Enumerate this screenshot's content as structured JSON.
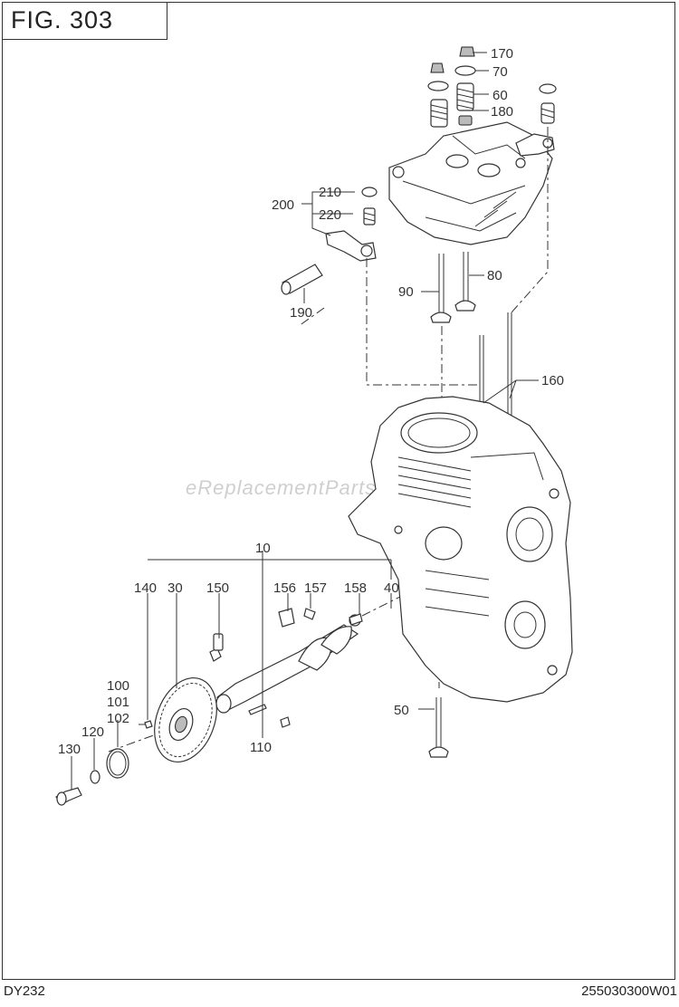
{
  "figure": {
    "title": "FIG.  303"
  },
  "footer": {
    "model": "DY232",
    "code": "255030300W01"
  },
  "watermark": "eReplacementParts.com",
  "callouts": {
    "p170": "170",
    "p70": "70",
    "p60": "60",
    "p180": "180",
    "p200": "200",
    "p210": "210",
    "p220": "220",
    "p80": "80",
    "p90": "90",
    "p190": "190",
    "p160": "160",
    "p10": "10",
    "p140": "140",
    "p30": "30",
    "p150": "150",
    "p156": "156",
    "p157": "157",
    "p158": "158",
    "p40": "40",
    "p100": "100",
    "p101": "101",
    "p102": "102",
    "p120": "120",
    "p130": "130",
    "p110": "110",
    "p50": "50"
  }
}
